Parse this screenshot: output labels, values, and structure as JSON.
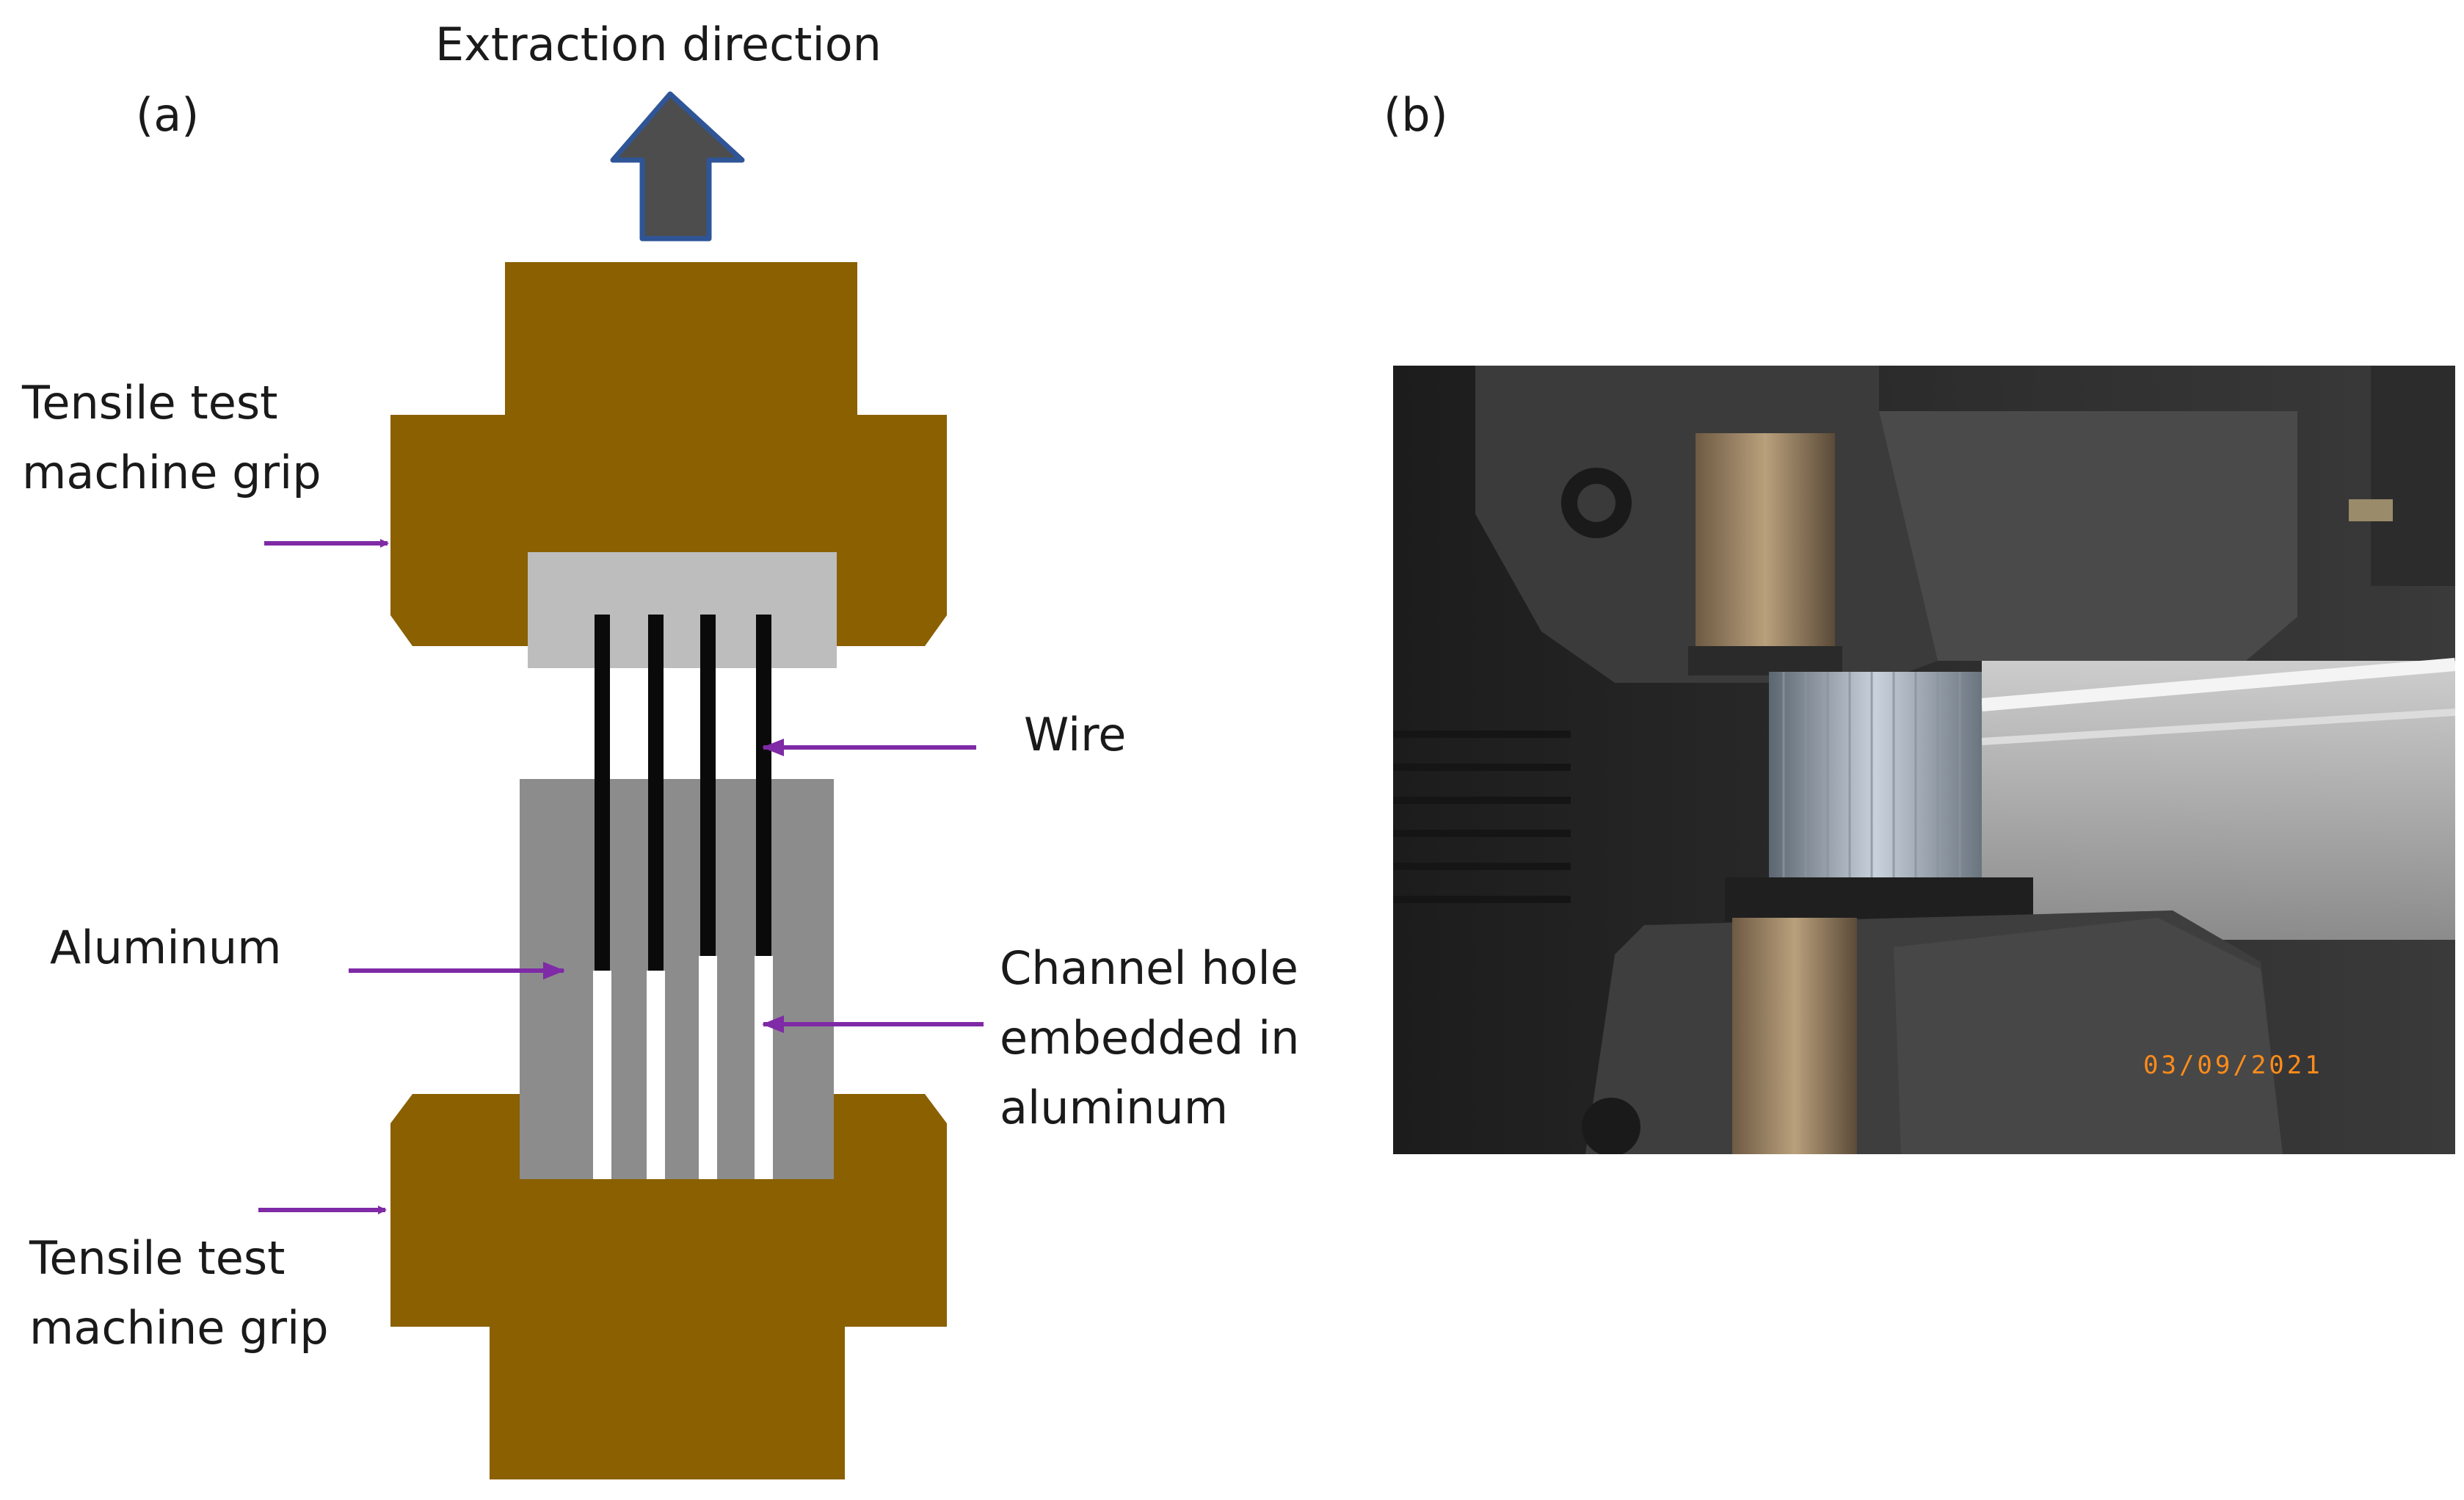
{
  "panel_a": {
    "label": "(a)",
    "title": "Extraction direction",
    "grip_label_top": [
      "Tensile test",
      "machine grip"
    ],
    "grip_label_bottom": [
      "Tensile test",
      "machine grip"
    ],
    "wire_label": "Wire",
    "aluminum_label": "Aluminum",
    "channel_label": [
      "Channel hole",
      "embedded in",
      "aluminum"
    ]
  },
  "panel_b": {
    "label": "(b)",
    "photo_date": "03/09/2021"
  },
  "colors": {
    "grip": "#8a6000",
    "aluminum": "#8c8c8c",
    "insert": "#bdbdbd",
    "wire": "#0a0a0a",
    "arrow_fill": "#4d4d4d",
    "arrow_stroke": "#2f5597",
    "pointer": "#7f2aa6",
    "date": "#ff8c1a"
  }
}
